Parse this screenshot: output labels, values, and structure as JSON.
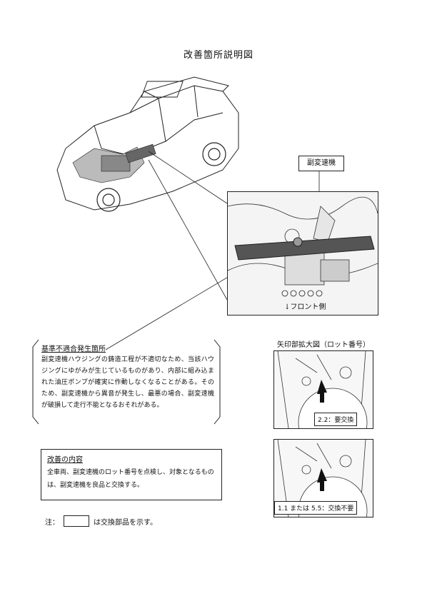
{
  "title": "改善箇所説明図",
  "labels": {
    "sub_transmission": "副変速機",
    "front_side": "↓フロント側",
    "zoom_title": "矢印部拡大図（ロット番号）",
    "zoom1_caption": "2.2：要交換",
    "zoom2_caption": "1.1 または 5.5：交換不要"
  },
  "defect": {
    "title": "基準不適合発生箇所",
    "body": "副変速機ハウジングの鋳造工程が不適切なため、当該ハウジングにゆがみが生じているものがあり、内部に組み込まれた油圧ポンプが確実に作動しなくなることがある。そのため、副変速機から異音が発生し、最悪の場合、副変速機が破損して走行不能となるおそれがある。"
  },
  "improvement": {
    "title": "改善の内容",
    "body": "全車両、副変速機のロット番号を点検し、対象となるものは、副変速機を良品と交換する。"
  },
  "note": {
    "prefix": "注：",
    "suffix": "は交換部品を示す。"
  }
}
